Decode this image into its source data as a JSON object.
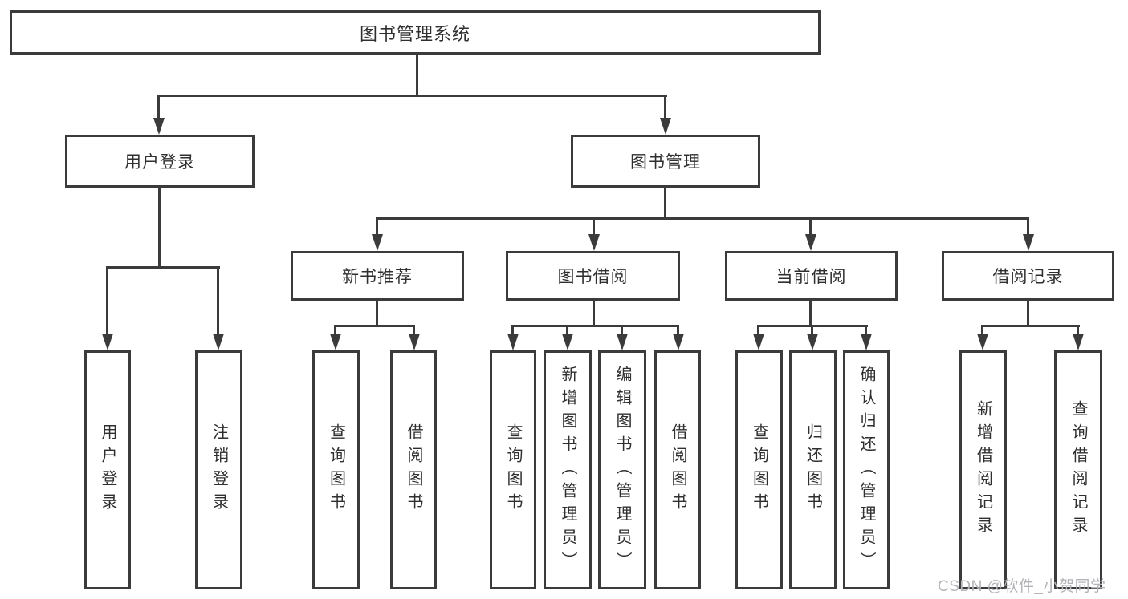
{
  "tree": {
    "root": {
      "label": "图书管理系统"
    },
    "branches": [
      {
        "label": "用户登录",
        "children": [
          {
            "label": "用户登录"
          },
          {
            "label": "注销登录"
          }
        ]
      },
      {
        "label": "图书管理",
        "children": [
          {
            "label": "新书推荐",
            "children": [
              {
                "label": "查询图书"
              },
              {
                "label": "借阅图书"
              }
            ]
          },
          {
            "label": "图书借阅",
            "children": [
              {
                "label": "查询图书"
              },
              {
                "label": "新增图书（管理员）"
              },
              {
                "label": "编辑图书（管理员）"
              },
              {
                "label": "借阅图书"
              }
            ]
          },
          {
            "label": "当前借阅",
            "children": [
              {
                "label": "查询图书"
              },
              {
                "label": "归还图书"
              },
              {
                "label": "确认归还（管理员）"
              }
            ]
          },
          {
            "label": "借阅记录",
            "children": [
              {
                "label": "新增借阅记录"
              },
              {
                "label": "查询借阅记录"
              }
            ]
          }
        ]
      }
    ]
  },
  "watermark": {
    "text": "CSDN @软件_小贺同学",
    "color": "#b3b3b8"
  },
  "colors": {
    "line": "#3b3b3b",
    "box_border": "#3b3b3b",
    "text": "#2f2f2f",
    "background": "#ffffff"
  }
}
